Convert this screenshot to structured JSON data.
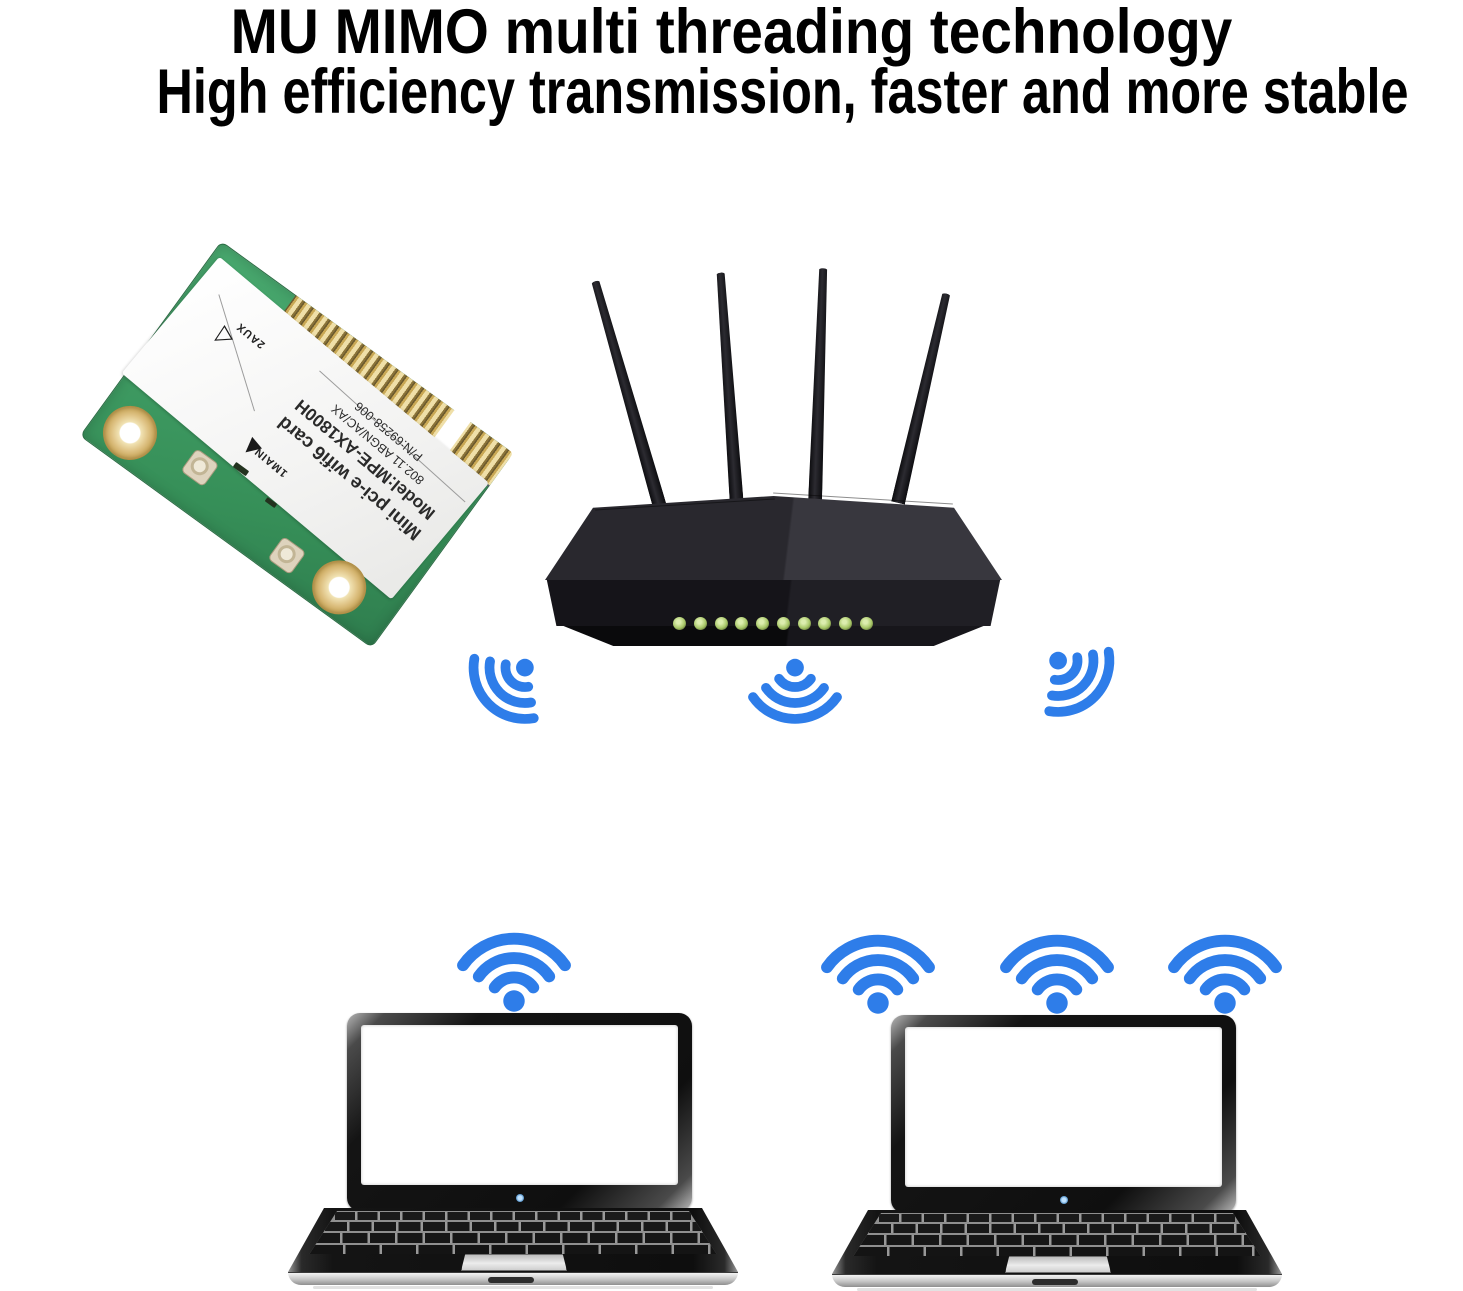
{
  "title": {
    "line1": "MU MIMO multi threading technology",
    "line2": "High efficiency transmission, faster and more stable"
  },
  "wifi_card": {
    "label_lines": {
      "product": "Mini pci-e wifi6 card",
      "model": "Model:MPE-AX1800H",
      "standard": "802.11 ABGN/AC/AX",
      "part_number": "P/N:69258-006"
    },
    "antenna_ports": {
      "aux_label": "2AUX",
      "aux_triangle": "△",
      "main_label": "1MAIN",
      "main_triangle": "▲"
    },
    "pcb_color": "#3f9e64",
    "label_color": "#fbfbfb",
    "gold_color": "#d4b26a"
  },
  "router": {
    "antenna_count": 4,
    "led_count": 10,
    "led_color": "#a9c869",
    "body_color": "#29282e"
  },
  "wifi_icons": {
    "color": "#2e7de9",
    "below_router_count": 3,
    "above_left_laptop_count": 1,
    "above_right_laptop_count": 3
  },
  "laptops": {
    "count": 2,
    "screen_color": "#ffffff"
  }
}
